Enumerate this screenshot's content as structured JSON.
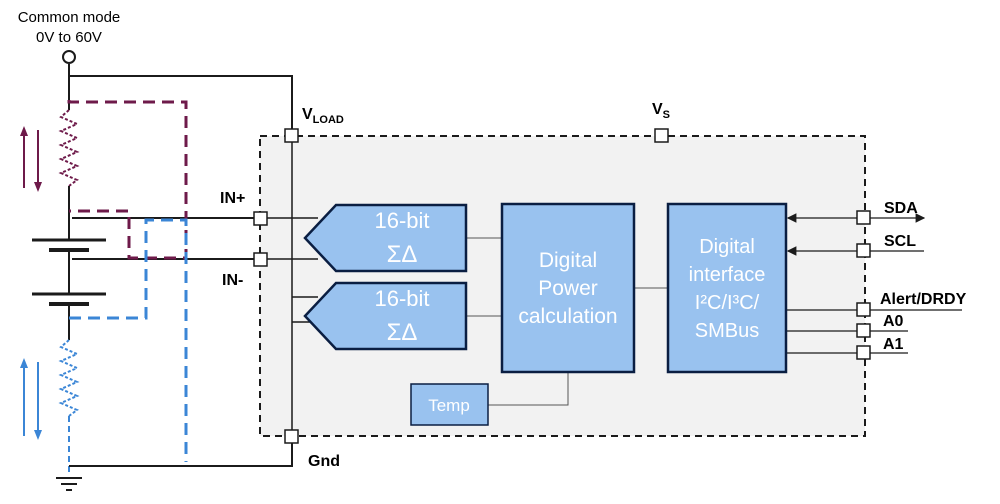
{
  "labels": {
    "common_mode_line1": "Common mode",
    "common_mode_line2": "0V to 60V",
    "vload_main": "V",
    "vload_sub": "LOAD",
    "vs_main": "V",
    "vs_sub": "S",
    "in_plus": "IN+",
    "in_minus": "IN-",
    "gnd": "Gnd"
  },
  "blocks": {
    "adc1_line1": "16-bit",
    "adc1_line2": "ΣΔ",
    "adc2_line1": "16-bit",
    "adc2_line2": "ΣΔ",
    "power_line1": "Digital",
    "power_line2": "Power",
    "power_line3": "calculation",
    "iface_line1": "Digital",
    "iface_line2": "interface",
    "iface_line3": "I²C/I³C/",
    "iface_line4": "SMBus",
    "temp": "Temp"
  },
  "pins": {
    "sda": "SDA",
    "scl": "SCL",
    "alert": "Alert/DRDY",
    "a0": "A0",
    "a1": "A1"
  },
  "colors": {
    "block_fill": "#99c2ef",
    "block_stroke": "#0a1e42",
    "chip_fill": "#f2f2f2",
    "line": "#1b1b1b",
    "purple": "#6e1a4a",
    "blue": "#3b86d6"
  }
}
